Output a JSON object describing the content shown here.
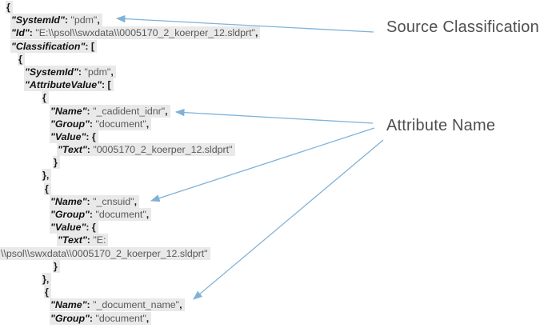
{
  "colors": {
    "key": "#111111",
    "punct": "#1a1a1a",
    "value": "#595959",
    "highlight": "#e9e9e9",
    "annotation": "#4f4f4f",
    "arrow": "#7fb2d8",
    "background": "#ffffff"
  },
  "annotations": {
    "source_classification": {
      "label": "Source Classification"
    },
    "attribute_name": {
      "label": "Attribute Name"
    }
  },
  "code": {
    "language": "json",
    "lines": [
      {
        "indent": 7,
        "segments": [
          {
            "t": "{",
            "s": "punct"
          }
        ]
      },
      {
        "indent": 13,
        "segments": [
          {
            "t": "\"SystemId\"",
            "s": "key"
          },
          {
            "t": ": ",
            "s": "punct"
          },
          {
            "t": "\"pdm\"",
            "s": "value"
          },
          {
            "t": ",",
            "s": "punct"
          }
        ]
      },
      {
        "indent": 13,
        "segments": [
          {
            "t": "\"Id\"",
            "s": "key"
          },
          {
            "t": ": ",
            "s": "punct"
          },
          {
            "t": "\"E:\\\\psol\\\\swxdata\\\\0005170_2_koerper_12.sldprt\"",
            "s": "value"
          },
          {
            "t": ",",
            "s": "punct"
          }
        ]
      },
      {
        "indent": 13,
        "segments": [
          {
            "t": "\"Classification\"",
            "s": "key"
          },
          {
            "t": ": [",
            "s": "punct"
          }
        ]
      },
      {
        "indent": 22,
        "segments": [
          {
            "t": "{",
            "s": "punct"
          }
        ]
      },
      {
        "indent": 30,
        "segments": [
          {
            "t": "\"SystemId\"",
            "s": "key"
          },
          {
            "t": ": ",
            "s": "punct"
          },
          {
            "t": "\"pdm\"",
            "s": "value"
          },
          {
            "t": ",",
            "s": "punct"
          }
        ]
      },
      {
        "indent": 30,
        "segments": [
          {
            "t": "\"AttributeValue\"",
            "s": "key"
          },
          {
            "t": ": [",
            "s": "punct"
          }
        ]
      },
      {
        "indent": 52,
        "segments": [
          {
            "t": "{",
            "s": "punct"
          }
        ]
      },
      {
        "indent": 62,
        "segments": [
          {
            "t": "\"Name\"",
            "s": "key"
          },
          {
            "t": ": ",
            "s": "punct"
          },
          {
            "t": "\"_cadident_idnr\"",
            "s": "value"
          },
          {
            "t": ",",
            "s": "punct"
          }
        ]
      },
      {
        "indent": 62,
        "segments": [
          {
            "t": "\"Group\"",
            "s": "key"
          },
          {
            "t": ": ",
            "s": "punct"
          },
          {
            "t": "\"document\"",
            "s": "value"
          },
          {
            "t": ",",
            "s": "punct"
          }
        ]
      },
      {
        "indent": 62,
        "segments": [
          {
            "t": "\"Value\"",
            "s": "key"
          },
          {
            "t": ": {",
            "s": "punct"
          }
        ]
      },
      {
        "indent": 71,
        "segments": [
          {
            "t": "\"Text\"",
            "s": "key"
          },
          {
            "t": ": ",
            "s": "punct"
          },
          {
            "t": "\"0005170_2_koerper_12.sldprt\"",
            "s": "value"
          }
        ]
      },
      {
        "indent": 66,
        "segments": [
          {
            "t": "}",
            "s": "punct"
          }
        ]
      },
      {
        "indent": 52,
        "segments": [
          {
            "t": "},",
            "s": "punct"
          }
        ]
      },
      {
        "indent": 55,
        "segments": [
          {
            "t": "{",
            "s": "punct"
          }
        ]
      },
      {
        "indent": 62,
        "segments": [
          {
            "t": "\"Name\"",
            "s": "key"
          },
          {
            "t": ": ",
            "s": "punct"
          },
          {
            "t": "\"_cnsuid\"",
            "s": "value"
          },
          {
            "t": ",",
            "s": "punct"
          }
        ]
      },
      {
        "indent": 62,
        "segments": [
          {
            "t": "\"Group\"",
            "s": "key"
          },
          {
            "t": ": ",
            "s": "punct"
          },
          {
            "t": "\"document\"",
            "s": "value"
          },
          {
            "t": ",",
            "s": "punct"
          }
        ]
      },
      {
        "indent": 62,
        "segments": [
          {
            "t": "\"Value\"",
            "s": "key"
          },
          {
            "t": ": {",
            "s": "punct"
          }
        ]
      },
      {
        "indent": 71,
        "segments": [
          {
            "t": "\"Text\"",
            "s": "key"
          },
          {
            "t": ": ",
            "s": "punct"
          },
          {
            "t": "\"E:",
            "s": "value"
          }
        ]
      },
      {
        "indent": 0,
        "segments": [
          {
            "t": "\\\\psol\\\\swxdata\\\\0005170_2_koerper_12.sldprt\"",
            "s": "value"
          }
        ]
      },
      {
        "indent": 66,
        "segments": [
          {
            "t": "}",
            "s": "punct"
          }
        ]
      },
      {
        "indent": 52,
        "segments": [
          {
            "t": "},",
            "s": "punct"
          }
        ]
      },
      {
        "indent": 55,
        "segments": [
          {
            "t": "{",
            "s": "punct"
          }
        ]
      },
      {
        "indent": 62,
        "segments": [
          {
            "t": "\"Name\"",
            "s": "key"
          },
          {
            "t": ": ",
            "s": "punct"
          },
          {
            "t": "\"_document_name\"",
            "s": "value"
          },
          {
            "t": ",",
            "s": "punct"
          }
        ]
      },
      {
        "indent": 62,
        "segments": [
          {
            "t": "\"Group\"",
            "s": "key"
          },
          {
            "t": ": ",
            "s": "punct"
          },
          {
            "t": "\"document\"",
            "s": "value"
          },
          {
            "t": ",",
            "s": "punct"
          }
        ]
      }
    ]
  }
}
